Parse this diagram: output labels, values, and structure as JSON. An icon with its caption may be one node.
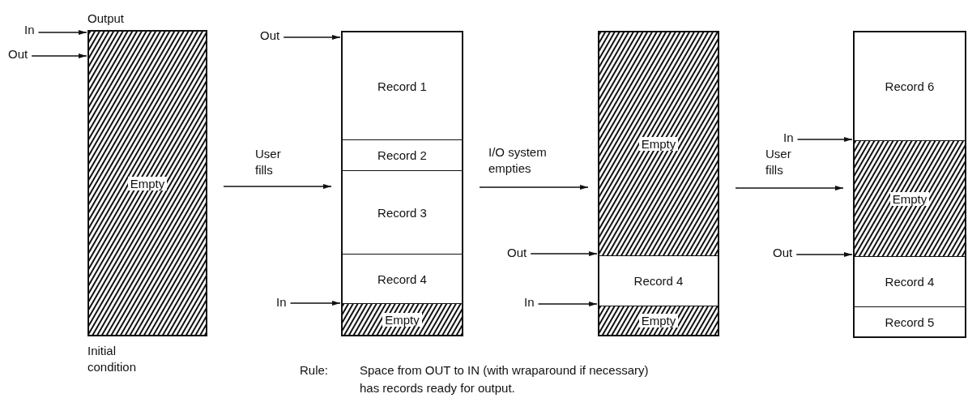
{
  "diagram": {
    "nodes": [
      {
        "text": [
          "Output"
        ],
        "beside": [
          "Initial condition"
        ]
      },
      {
        "text": [
          "Empty"
        ],
        "in": 0
      },
      {
        "text": [],
        "shape": "box"
      },
      {
        "text": [
          "Record 1"
        ],
        "in": 2
      },
      {
        "text": [
          "Record 2"
        ],
        "in": 2
      },
      {
        "text": [
          "Record 3"
        ],
        "in": 2
      },
      {
        "text": [
          "Record 4"
        ],
        "in": 2
      },
      {
        "text": [
          "Empty"
        ],
        "in": 2
      },
      {
        "text": [],
        "shape": "box"
      },
      {
        "text": [
          "Empty"
        ],
        "in": 8
      },
      {
        "text": [
          "Record 4"
        ],
        "in": 8
      },
      {
        "text": [
          "Empty"
        ],
        "in": 8
      },
      {
        "text": [],
        "shape": "box"
      },
      {
        "text": [
          "Record 6"
        ],
        "in": 12
      },
      {
        "text": [
          "Empty"
        ],
        "in": 12
      },
      {
        "text": [
          "Record 4"
        ],
        "in": 12
      },
      {
        "text": [
          "Record 5"
        ],
        "in": 12
      },
      {
        "text": [
          "In"
        ]
      },
      {
        "text": [
          "Out"
        ]
      },
      {
        "text": [
          "Out"
        ]
      },
      {
        "text": [
          "In"
        ]
      },
      {
        "text": [
          "Out"
        ]
      },
      {
        "text": [
          "In"
        ]
      },
      {
        "text": [
          "In"
        ]
      },
      {
        "text": [
          "Out"
        ]
      }
    ],
    "edges": [
      {
        "from": 17,
        "to": 1,
        "arrow": "to"
      },
      {
        "from": 18,
        "to": 1,
        "arrow": "to"
      },
      {
        "from": 19,
        "to": 3,
        "arrow": "to"
      },
      {
        "from": 20,
        "to": 7,
        "arrow": "to"
      },
      {
        "from": 21,
        "to": 10,
        "arrow": "to"
      },
      {
        "from": 22,
        "to": 11,
        "arrow": "to"
      },
      {
        "from": 23,
        "to": 14,
        "arrow": "to"
      },
      {
        "from": 24,
        "to": 15,
        "arrow": "to"
      },
      {
        "from": 0,
        "to": 2,
        "arrow": "to",
        "label": "User fills"
      },
      {
        "from": 2,
        "to": 8,
        "arrow": "to",
        "label": "I/O system empties"
      },
      {
        "from": 8,
        "to": 12,
        "arrow": "to",
        "label": "User fills"
      }
    ],
    "labels": [
      "Rule:",
      "Space from OUT to IN (with wraparound if necessary) has records ready for output."
    ]
  }
}
